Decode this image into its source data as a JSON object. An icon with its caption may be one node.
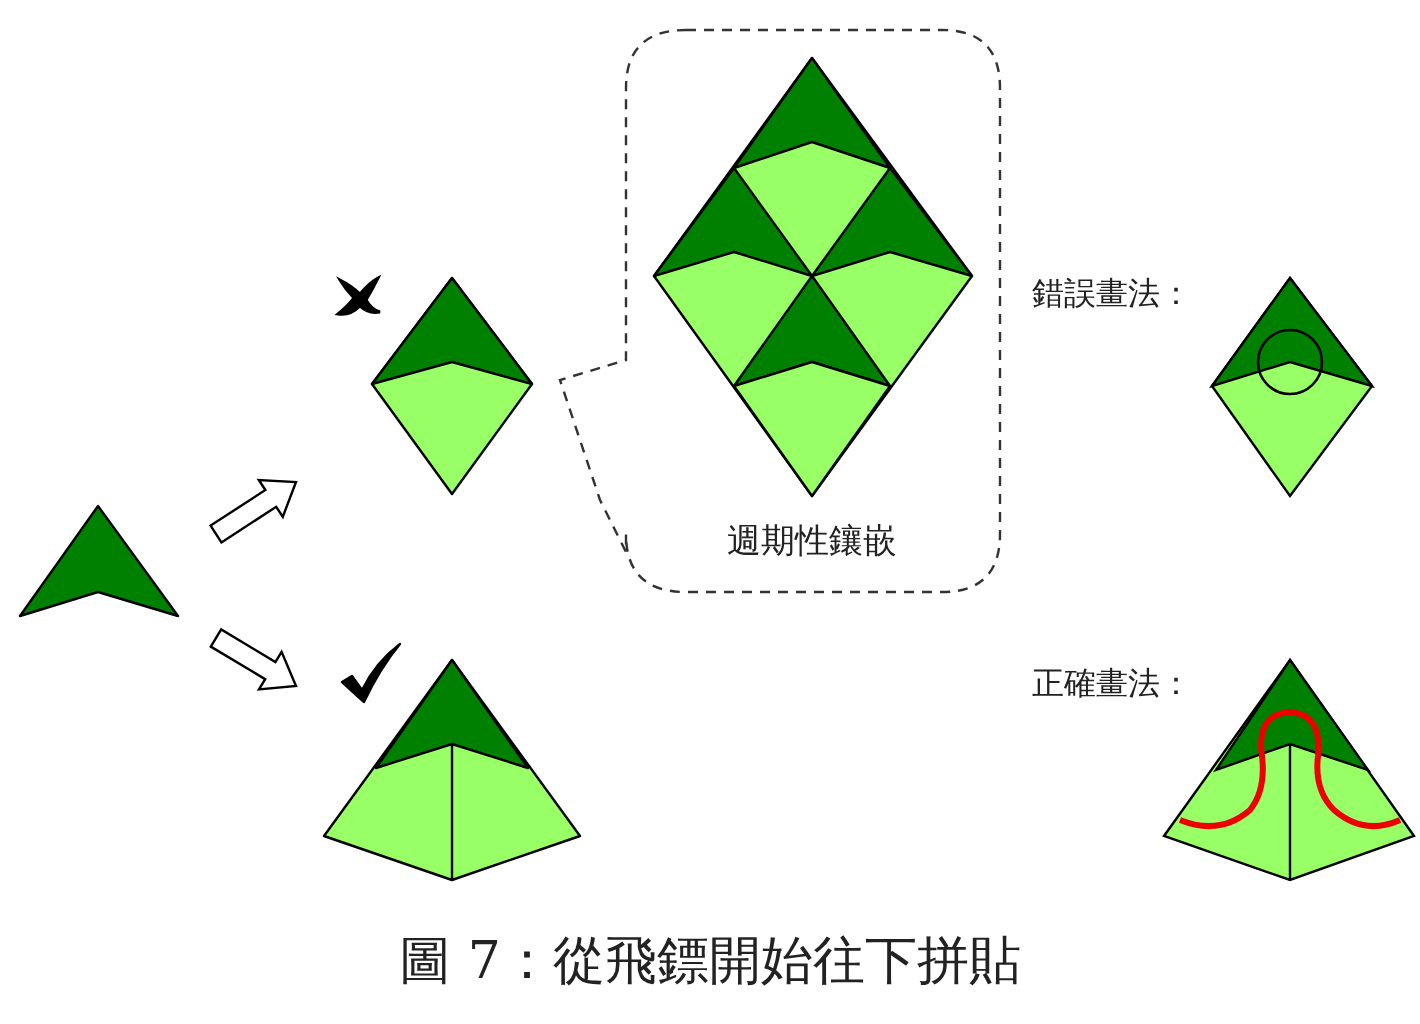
{
  "diagram": {
    "caption": "圖 7：從飛鏢開始往下拼貼",
    "nodes": [
      {
        "text": [],
        "shape": "picture"
      },
      {
        "text": [],
        "shape": "picture"
      },
      {
        "text": [],
        "shape": "picture"
      },
      {
        "text": [
          "週期性鑲嵌"
        ]
      }
    ],
    "edges": [
      {
        "from": 0,
        "to": 1,
        "arrow": "to"
      },
      {
        "from": 0,
        "to": 2,
        "arrow": "to"
      }
    ],
    "labels": [
      "錯誤畫法：",
      "正確畫法："
    ]
  }
}
